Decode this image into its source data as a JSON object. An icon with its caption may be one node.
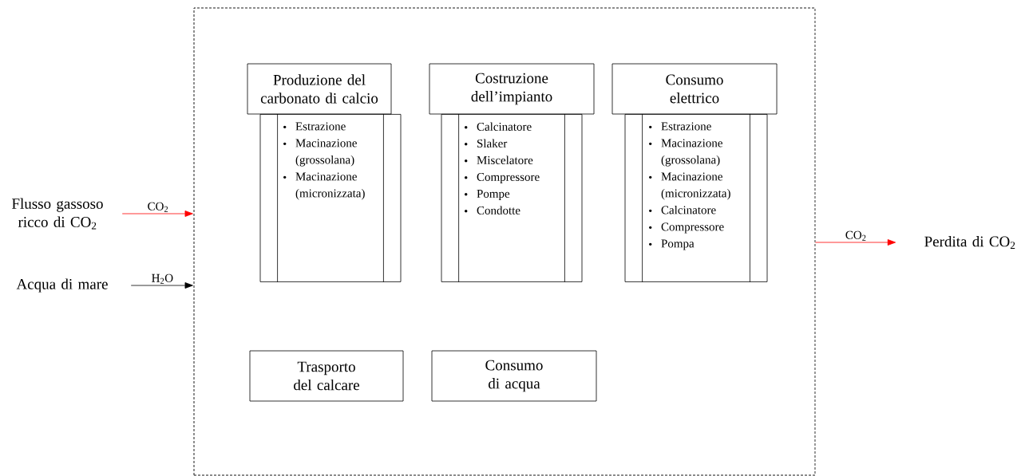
{
  "diagram": {
    "nodes": [
      {
        "text": [],
        "shape": "box"
      },
      {
        "text": [
          "Produzione del carbonato di calcio"
        ],
        "in": 0
      },
      {
        "text": [
          "Estrazione",
          "Macinazione (grossolana)",
          "Macinazione (micronizzata)"
        ],
        "in": 0
      },
      {
        "text": [
          "Costruzione dell’impianto"
        ],
        "in": 0
      },
      {
        "text": [
          "Calcinatore",
          "Slaker",
          "Miscelatore",
          "Compressore",
          "Pompe",
          "Condotte"
        ],
        "in": 0
      },
      {
        "text": [
          "Consumo elettrico"
        ],
        "in": 0
      },
      {
        "text": [
          "Estrazione",
          "Macinazione (grossolana)",
          "Macinazione (micronizzata)",
          "Calcinatore",
          "Compressore",
          "Pompa"
        ],
        "in": 0
      },
      {
        "text": [
          "Trasporto del calcare"
        ],
        "in": 0
      },
      {
        "text": [
          "Consumo di acqua"
        ],
        "in": 0
      },
      {
        "text": [
          "Flusso gassoso ricco di CO$_{2}$"
        ]
      },
      {
        "text": [
          "Acqua di mare"
        ]
      },
      {
        "text": [
          "Perdita di CO$_{2}$"
        ]
      }
    ],
    "edges": [
      {
        "from": 9,
        "to": 0,
        "arrow": "to",
        "label": "CO$_{2}$",
        "color": "#ff0000"
      },
      {
        "from": 10,
        "to": 0,
        "arrow": "to",
        "label": "H$_{2}$O",
        "color": "#000000"
      },
      {
        "from": 0,
        "to": 11,
        "arrow": "to",
        "label": "CO$_{2}$",
        "color": "#ff0000"
      }
    ]
  }
}
